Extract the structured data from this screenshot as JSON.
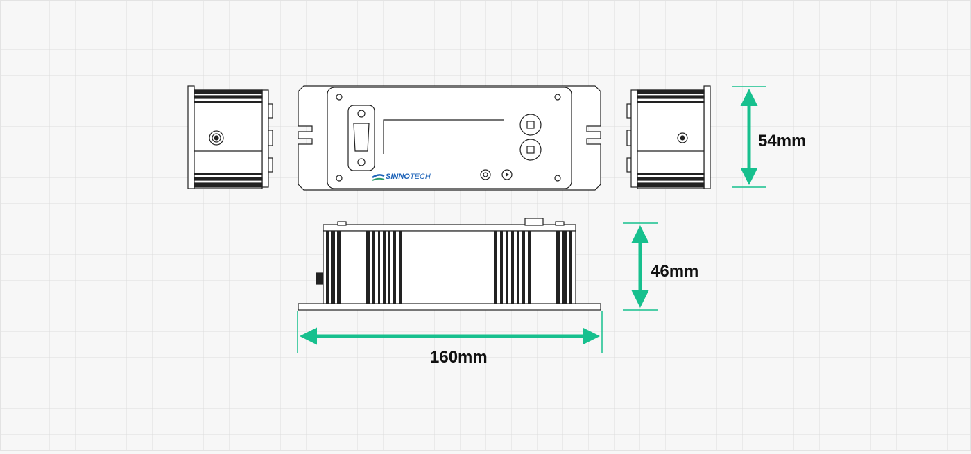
{
  "brand": {
    "name_bold": "SINNO",
    "name_light": "TECH"
  },
  "dimensions": {
    "height_front": "54mm",
    "height_side": "46mm",
    "width": "160mm"
  },
  "colors": {
    "background": "#f7f7f7",
    "grid": "#dcdcdc",
    "dimension_arrow": "#17c08e",
    "line_art": "#222222",
    "brand": "#1e63b8"
  }
}
